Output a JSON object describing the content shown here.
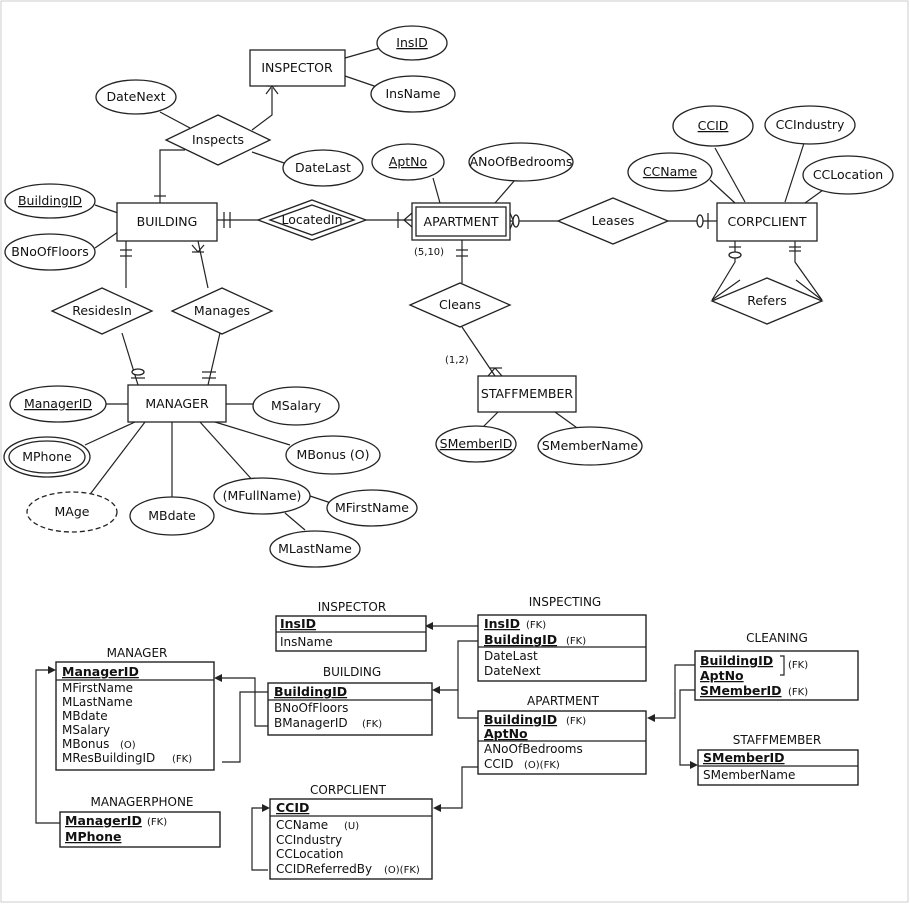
{
  "er": {
    "entities": {
      "inspector": "INSPECTOR",
      "building": "BUILDING",
      "apartment": "APARTMENT",
      "corpclient": "CORPCLIENT",
      "manager": "MANAGER",
      "staffmember": "STAFFMEMBER"
    },
    "relationships": {
      "inspects": "Inspects",
      "located_in": "LocatedIn",
      "leases": "Leases",
      "refers": "Refers",
      "resides_in": "ResidesIn",
      "manages": "Manages",
      "cleans": "Cleans"
    },
    "attributes": {
      "ins_id": "InsID",
      "ins_name": "InsName",
      "date_next": "DateNext",
      "date_last": "DateLast",
      "building_id": "BuildingID",
      "b_no_of_floors": "BNoOfFloors",
      "apt_no": "AptNo",
      "a_no_of_bedrooms": "ANoOfBedrooms",
      "cc_id": "CCID",
      "cc_industry": "CCIndustry",
      "cc_name": "CCName",
      "cc_location": "CCLocation",
      "manager_id": "ManagerID",
      "m_salary": "MSalary",
      "m_phone": "MPhone",
      "m_bonus": "MBonus (O)",
      "m_age": "MAge",
      "m_bdate": "MBdate",
      "m_full_name": "(MFullName)",
      "m_first_name": "MFirstName",
      "m_last_name": "MLastName",
      "s_member_id": "SMemberID",
      "s_member_name": "SMemberName"
    },
    "cardinalities": {
      "apartment_cleans": "(5,10)",
      "staff_cleans": "(1,2)"
    }
  },
  "relational": {
    "inspector": {
      "title": "INSPECTOR",
      "pk": "InsID",
      "rows": [
        "InsName"
      ]
    },
    "inspecting": {
      "title": "INSPECTING",
      "ins_id": "InsID",
      "ins_fk": "(FK)",
      "building_id": "BuildingID",
      "bld_fk": "(FK)",
      "rows": [
        "DateLast",
        "DateNext"
      ]
    },
    "manager": {
      "title": "MANAGER",
      "pk": "ManagerID",
      "rows": [
        "MFirstName",
        "MLastName",
        "MBdate",
        "MSalary"
      ],
      "bonus": "MBonus",
      "bonus_note": "(O)",
      "res": "MResBuildingID",
      "res_note": "(FK)"
    },
    "building": {
      "title": "BUILDING",
      "pk": "BuildingID",
      "floors": "BNoOfFloors",
      "mgr": "BManagerID",
      "mgr_note": "(FK)"
    },
    "cleaning": {
      "title": "CLEANING",
      "building_id": "BuildingID",
      "apt_no": "AptNo",
      "fk1": "(FK)",
      "s_member_id": "SMemberID",
      "fk2": "(FK)"
    },
    "apartment": {
      "title": "APARTMENT",
      "building_id": "BuildingID",
      "bld_fk": "(FK)",
      "apt_no": "AptNo",
      "bedrooms": "ANoOfBedrooms",
      "ccid": "CCID",
      "ccid_note": "(O)(FK)"
    },
    "staffmember": {
      "title": "STAFFMEMBER",
      "pk": "SMemberID",
      "name": "SMemberName"
    },
    "managerphone": {
      "title": "MANAGERPHONE",
      "manager_id": "ManagerID",
      "fk": "(FK)",
      "phone": "MPhone"
    },
    "corpclient": {
      "title": "CORPCLIENT",
      "pk": "CCID",
      "name": "CCName",
      "name_note": "(U)",
      "industry": "CCIndustry",
      "location": "CCLocation",
      "ref": "CCIDReferredBy",
      "ref_note": "(O)(FK)"
    }
  }
}
